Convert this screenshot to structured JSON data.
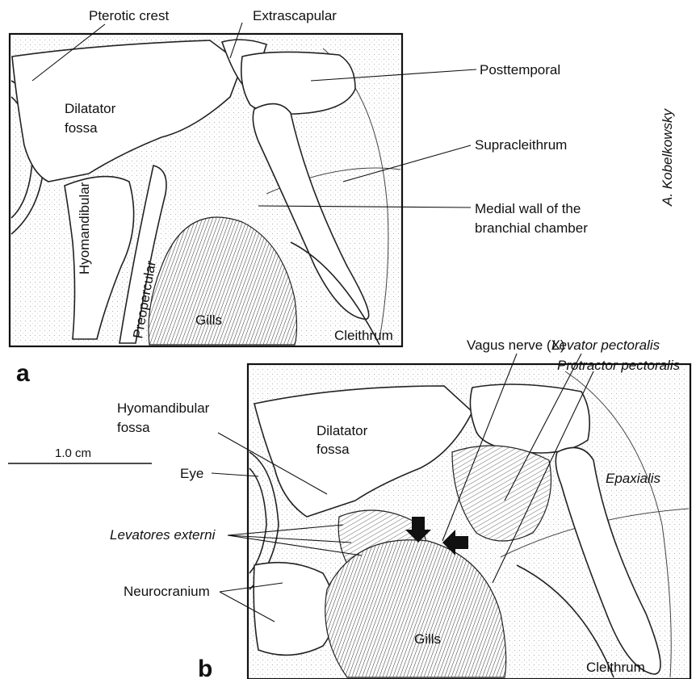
{
  "panel_a": {
    "letter": "a",
    "labels": {
      "pterotic_crest": "Pterotic crest",
      "extrascapular": "Extrascapular",
      "posttemporal": "Posttemporal",
      "dilatator_fossa_1": "Dilatator",
      "dilatator_fossa_2": "fossa",
      "supracleithrum": "Supracleithrum",
      "hyomandibular": "Hyomandibular",
      "medial_wall_1": "Medial wall of the",
      "medial_wall_2": "branchial chamber",
      "preopercular": "Preopercular",
      "gills": "Gills",
      "cleithrum": "Cleithrum"
    }
  },
  "panel_b": {
    "letter": "b",
    "labels": {
      "vagus_nerve": "Vagus nerve (X)",
      "levator_pectoralis": "Levator pectoralis",
      "protractor_pectoralis": "Protractor pectoralis",
      "hyomandibular_fossa_1": "Hyomandibular",
      "hyomandibular_fossa_2": "fossa",
      "dilatator_fossa_1": "Dilatator",
      "dilatator_fossa_2": "fossa",
      "eye": "Eye",
      "epaxialis": "Epaxialis",
      "levatores_externi": "Levatores externi",
      "neurocranium": "Neurocranium",
      "gills": "Gills",
      "cleithrum": "Cleithrum"
    }
  },
  "credit": "A. Kobelkowsky",
  "scale_bar": {
    "label": "1.0 cm"
  }
}
